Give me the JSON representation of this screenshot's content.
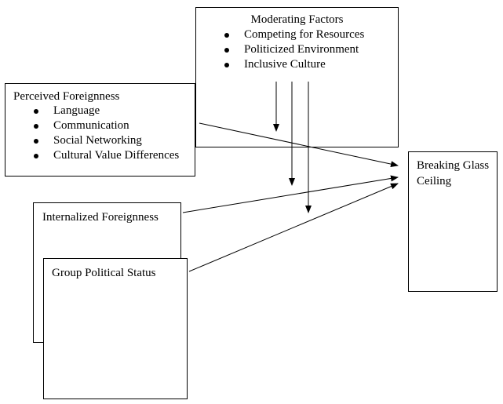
{
  "perceived_foreignness": {
    "title": "Perceived Foreignness",
    "items": [
      "Language",
      "Communication",
      "Social Networking",
      "Cultural Value Differences"
    ]
  },
  "moderating_factors": {
    "title": "Moderating Factors",
    "items": [
      "Competing for Resources",
      "Politicized Environment",
      "Inclusive Culture"
    ]
  },
  "breaking_glass_ceiling": {
    "title": "Breaking Glass Ceiling"
  },
  "internalized_foreignness": {
    "title": "Internalized Foreignness"
  },
  "group_political_status": {
    "title": "Group Political Status"
  },
  "colors": {
    "line": "#000000",
    "background": "#ffffff"
  }
}
